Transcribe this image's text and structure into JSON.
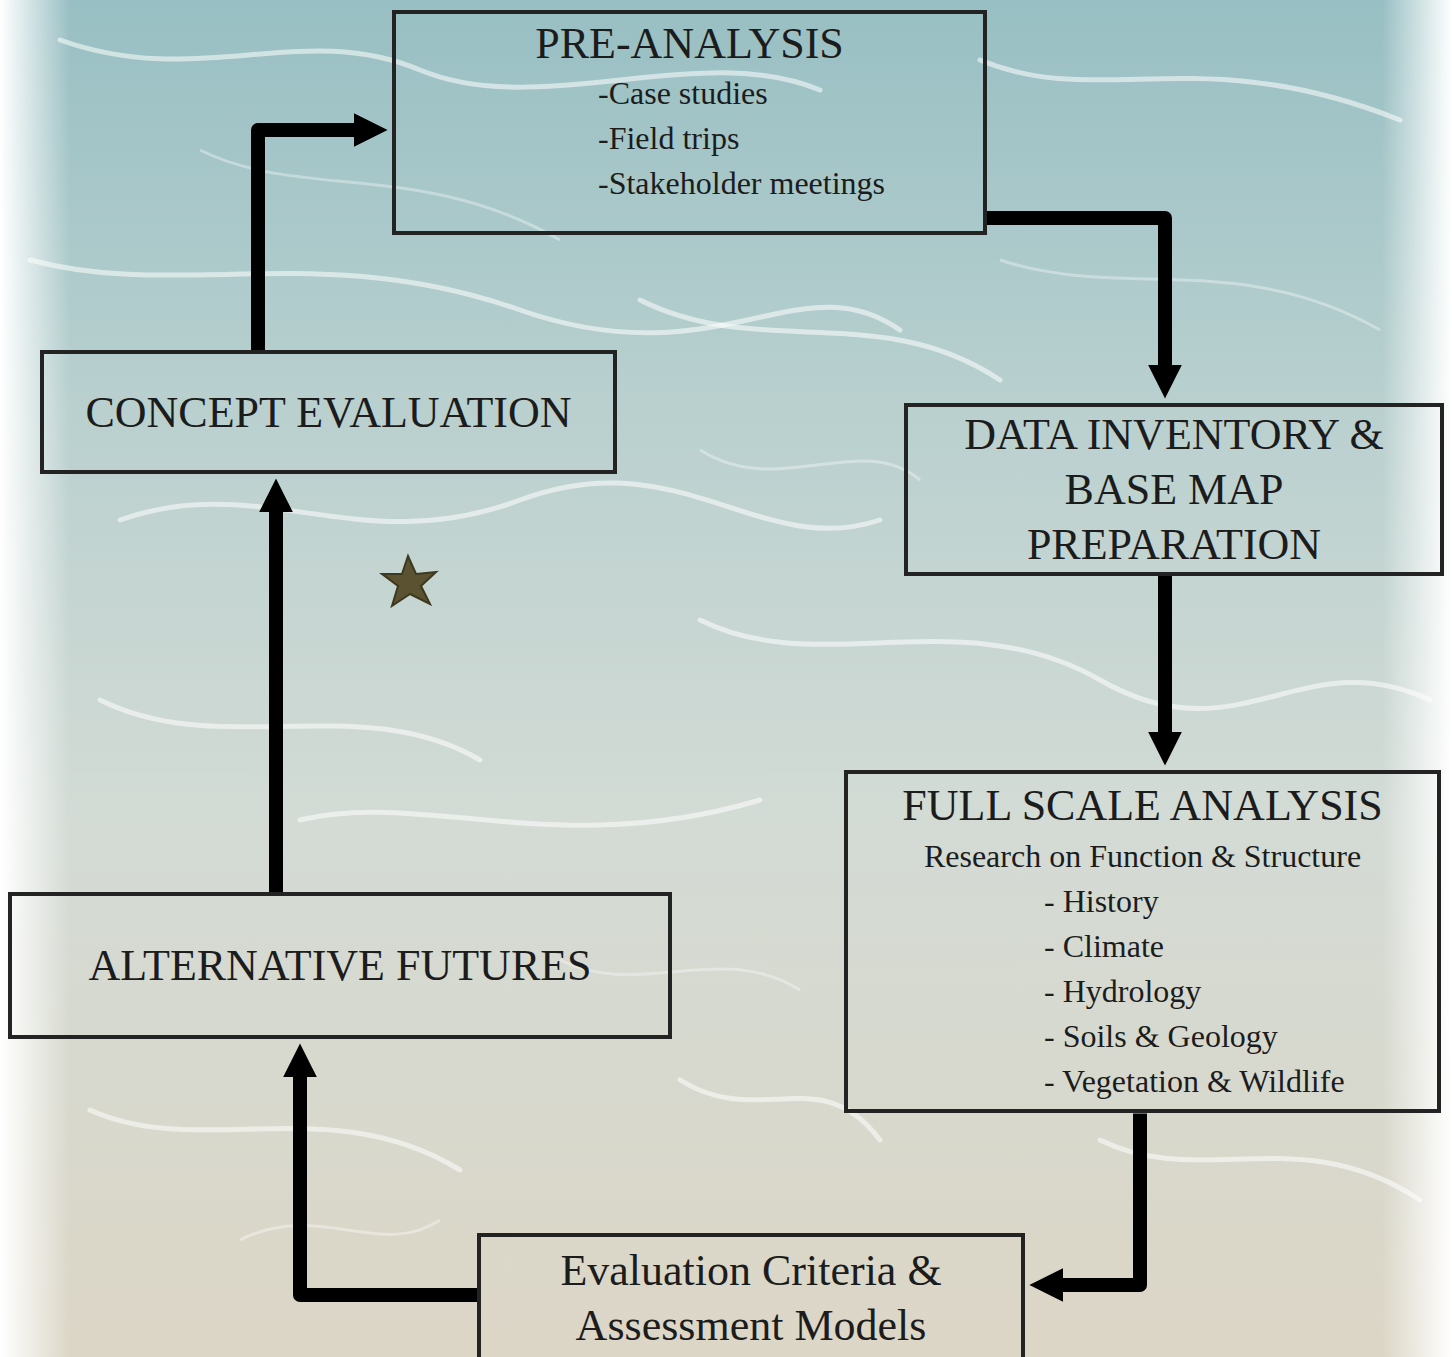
{
  "diagram": {
    "nodes": [
      {
        "text": [
          "PRE-ANALYSIS",
          "-Case studies",
          "-Field trips",
          "-Stakeholder meetings"
        ]
      },
      {
        "text": [
          "DATA INVENTORY & BASE MAP PREPARATION"
        ]
      },
      {
        "text": [
          "FULL SCALE ANALYSIS",
          "Research on Function & Structure",
          "- History",
          "- Climate",
          "- Hydrology",
          "- Soils & Geology",
          "- Vegetation & Wildlife"
        ]
      },
      {
        "text": [
          "Evaluation Criteria & Assessment Models"
        ]
      },
      {
        "text": [
          "ALTERNATIVE FUTURES"
        ]
      },
      {
        "text": [
          "CONCEPT EVALUATION"
        ]
      }
    ],
    "edges": [
      {
        "from": 0,
        "to": 1,
        "arrow": "to"
      },
      {
        "from": 1,
        "to": 2,
        "arrow": "to"
      },
      {
        "from": 2,
        "to": 3,
        "arrow": "to"
      },
      {
        "from": 3,
        "to": 4,
        "arrow": "to"
      },
      {
        "from": 4,
        "to": 5,
        "arrow": "to"
      },
      {
        "from": 5,
        "to": 0,
        "arrow": "to"
      }
    ]
  }
}
